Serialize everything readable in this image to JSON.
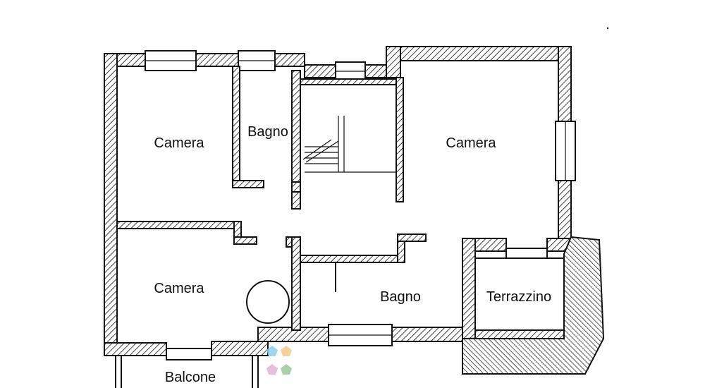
{
  "rooms": {
    "camera_top_left": "Camera",
    "bagno_top": "Bagno",
    "camera_top_right": "Camera",
    "camera_bottom_left": "Camera",
    "bagno_bottom": "Bagno",
    "terrazzino": "Terrazzino",
    "balcone": "Balcone"
  },
  "icons": {
    "watermark": "pastel-pentagons-watermark-icon"
  },
  "colors": {
    "ink": "#111111",
    "paper": "#ffffff",
    "watermark_blue": "#8fd0ea",
    "watermark_orange": "#f6c98b",
    "watermark_pink": "#e3b3d8",
    "watermark_green": "#9cc89a"
  }
}
